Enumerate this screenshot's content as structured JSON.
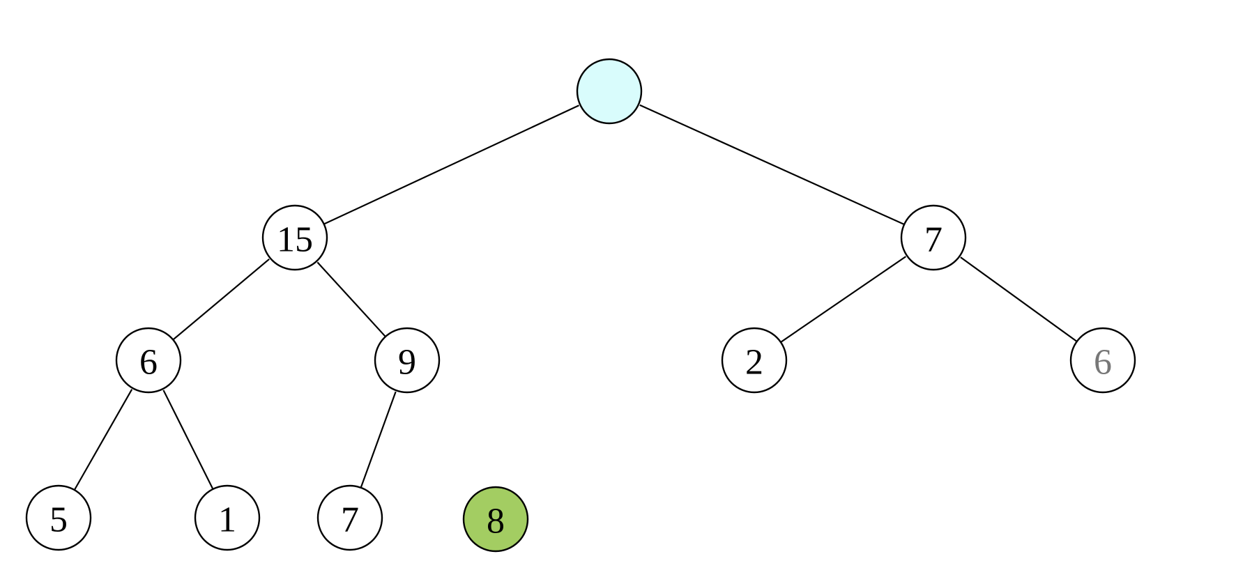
{
  "tree": {
    "colors": {
      "default_fill": "#ffffff",
      "root_fill": "#d9fcfc",
      "new_node_fill": "#a3cd62",
      "text": "#000000",
      "muted_text": "#777777"
    },
    "nodes": [
      {
        "id": "root",
        "label": "",
        "fill": "root"
      },
      {
        "id": "n15",
        "label": "15"
      },
      {
        "id": "n7",
        "label": "7"
      },
      {
        "id": "n6a",
        "label": "6"
      },
      {
        "id": "n9",
        "label": "9"
      },
      {
        "id": "n2",
        "label": "2"
      },
      {
        "id": "n6b",
        "label": "6",
        "text": "muted"
      },
      {
        "id": "n5",
        "label": "5"
      },
      {
        "id": "n1",
        "label": "1"
      },
      {
        "id": "n7b",
        "label": "7"
      },
      {
        "id": "n8",
        "label": "8",
        "fill": "new"
      }
    ],
    "edges": [
      {
        "from": "root",
        "to": "n15"
      },
      {
        "from": "root",
        "to": "n7"
      },
      {
        "from": "n15",
        "to": "n6a"
      },
      {
        "from": "n15",
        "to": "n9"
      },
      {
        "from": "n7",
        "to": "n2"
      },
      {
        "from": "n7",
        "to": "n6b"
      },
      {
        "from": "n6a",
        "to": "n5"
      },
      {
        "from": "n6a",
        "to": "n1"
      },
      {
        "from": "n9",
        "to": "n7b"
      }
    ]
  }
}
